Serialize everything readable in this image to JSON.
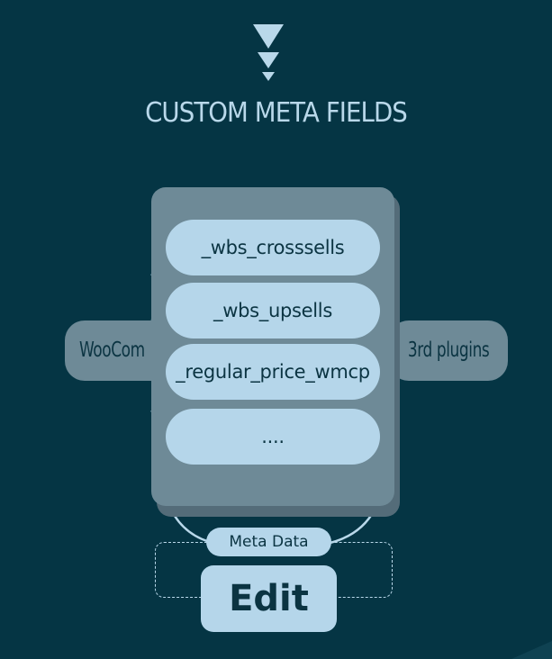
{
  "title": "CUSTOM META FIELDS",
  "sources": {
    "left": "WooCom",
    "right": "3rd plugins"
  },
  "fields": [
    "_wbs_crosssells",
    "_wbs_upsells",
    "_regular_price_wmcp",
    "...."
  ],
  "meta_label": "Meta Data",
  "edit_label": "Edit",
  "icons": {
    "top": "stacked-down-arrows-icon"
  },
  "colors": {
    "background": "#053544",
    "panel": "#6e8a97",
    "pill": "#b5d6ea",
    "text_dark": "#0b3442",
    "title": "#b9d8ea"
  }
}
